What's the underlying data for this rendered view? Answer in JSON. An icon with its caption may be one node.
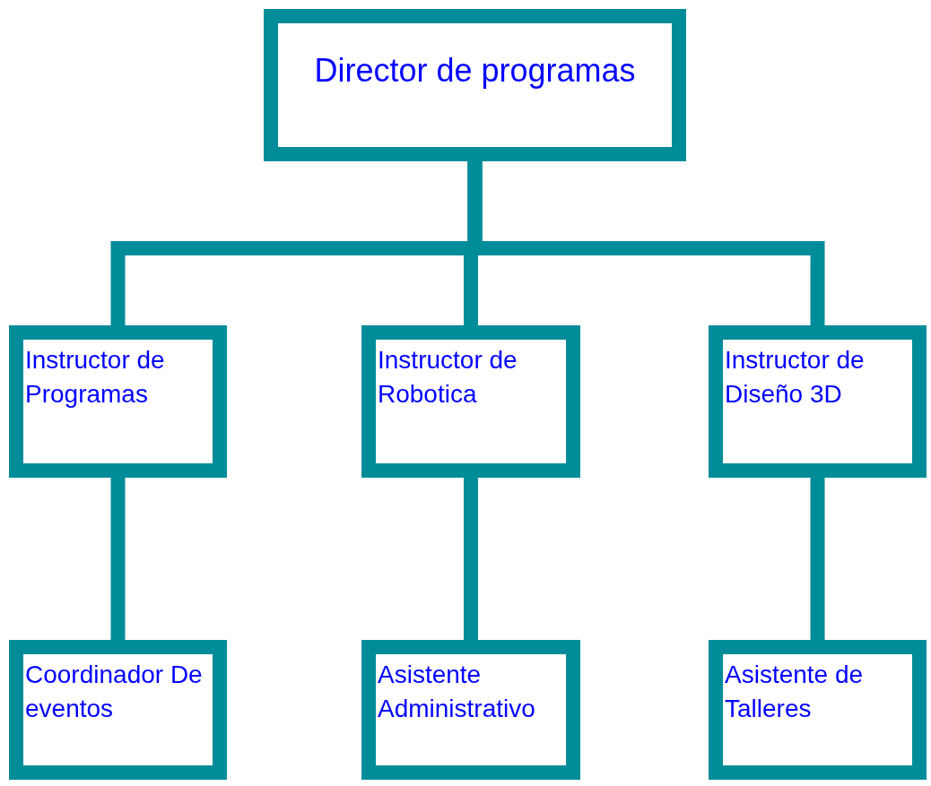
{
  "diagram": {
    "nodes": [
      {
        "text": [
          "Director de programas"
        ]
      },
      {
        "text": [
          "Instructor de Programas"
        ]
      },
      {
        "text": [
          "Instructor de Robotica"
        ]
      },
      {
        "text": [
          "Instructor de Diseño 3D"
        ]
      },
      {
        "text": [
          "Coordinador De eventos"
        ]
      },
      {
        "text": [
          "Asistente Administrativo"
        ]
      },
      {
        "text": [
          "Asistente de Talleres"
        ]
      }
    ],
    "edges": [
      {
        "from": 0,
        "to": 1,
        "arrow": "none"
      },
      {
        "from": 0,
        "to": 2,
        "arrow": "none"
      },
      {
        "from": 0,
        "to": 3,
        "arrow": "none"
      },
      {
        "from": 1,
        "to": 4,
        "arrow": "none"
      },
      {
        "from": 2,
        "to": 5,
        "arrow": "none"
      },
      {
        "from": 3,
        "to": 6,
        "arrow": "none"
      }
    ]
  }
}
